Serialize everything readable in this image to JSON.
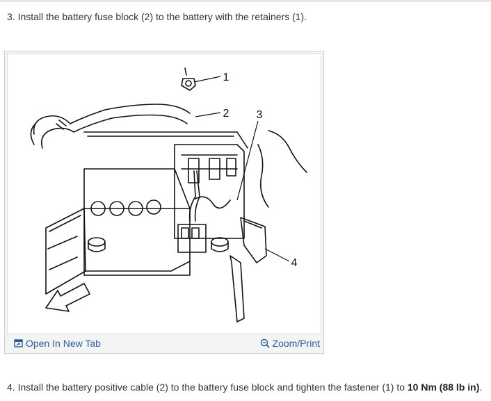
{
  "step3": {
    "text": "3. Install the battery fuse block (2) to the battery with the retainers (1)."
  },
  "figure": {
    "callouts": [
      "1",
      "2",
      "3",
      "4"
    ],
    "open_tab_label": "Open In New Tab",
    "zoom_label": "Zoom/Print"
  },
  "step4": {
    "text_before": "4. Install the battery positive cable (2) to the battery fuse block and tighten the fastener (1) to ",
    "torque": "10 Nm (88 lb in)",
    "text_after": "."
  }
}
